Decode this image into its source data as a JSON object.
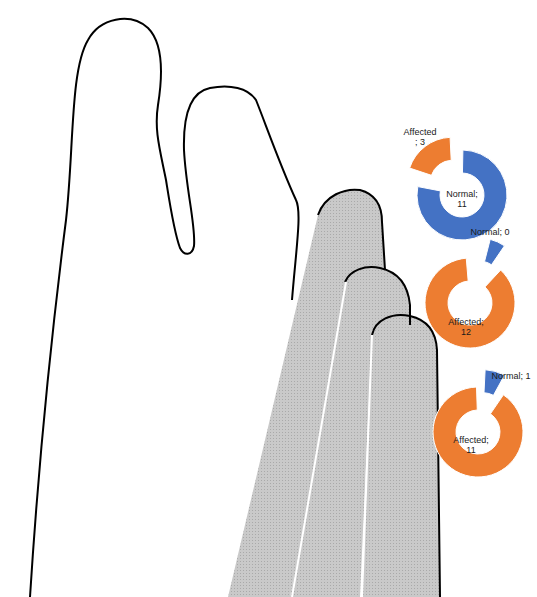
{
  "diagram": {
    "labels": [
      "Affected ; 3",
      "Normal; 11",
      "Normal; 0",
      "Affected; 12",
      "Normal; 1",
      "Affected; 11"
    ]
  }
}
